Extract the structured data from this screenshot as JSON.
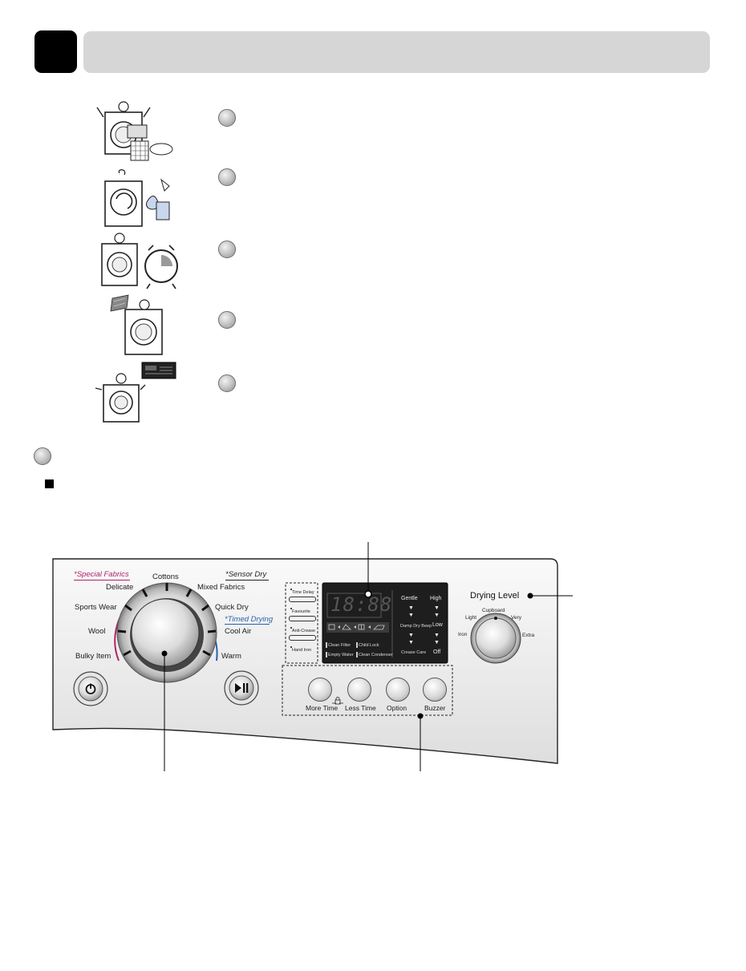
{
  "panel": {
    "dial_groups": {
      "special_fabrics": "*Special Fabrics",
      "sensor_dry": "*Sensor Dry",
      "timed_drying": "*Timed Drying"
    },
    "programs": {
      "cottons": "Cottons",
      "delicate": "Delicate",
      "mixed_fabrics": "Mixed Fabrics",
      "sports_wear": "Sports Wear",
      "quick_dry": "Quick Dry",
      "wool": "Wool",
      "cool_air": "Cool Air",
      "bulky_item": "Bulky Item",
      "warm": "Warm"
    },
    "side_options": [
      "Time Delay",
      "Favourite",
      "Anti-Crease",
      "Hand Iron"
    ],
    "display": {
      "digits": "18:88",
      "indicators": [
        "Clean Filter",
        "Child Lock",
        "Empty Water",
        "Clean Condenser"
      ],
      "levels_left": [
        "Gentle",
        "Damp Dry Beep",
        "Crease Care"
      ],
      "levels_right": [
        "High",
        "Low",
        "Off"
      ]
    },
    "buttons": [
      "More Time",
      "Less Time",
      "Option",
      "Buzzer"
    ],
    "drying_level": {
      "title": "Drying Level",
      "settings": {
        "cupboard": "Cupboard",
        "light": "Light",
        "very": "Very",
        "iron": "Iron",
        "extra": "Extra"
      }
    }
  },
  "colors": {
    "header_bar": "#d6d6d6",
    "special_fabrics_accent": "#b0226c",
    "timed_drying_accent": "#2a5fb0",
    "display_bg": "#1e1e1e",
    "panel_bg": "#ececec"
  },
  "icons": {
    "power": "power-icon",
    "start_pause": "play-pause-icon",
    "child_lock": "child-lock-icon"
  }
}
